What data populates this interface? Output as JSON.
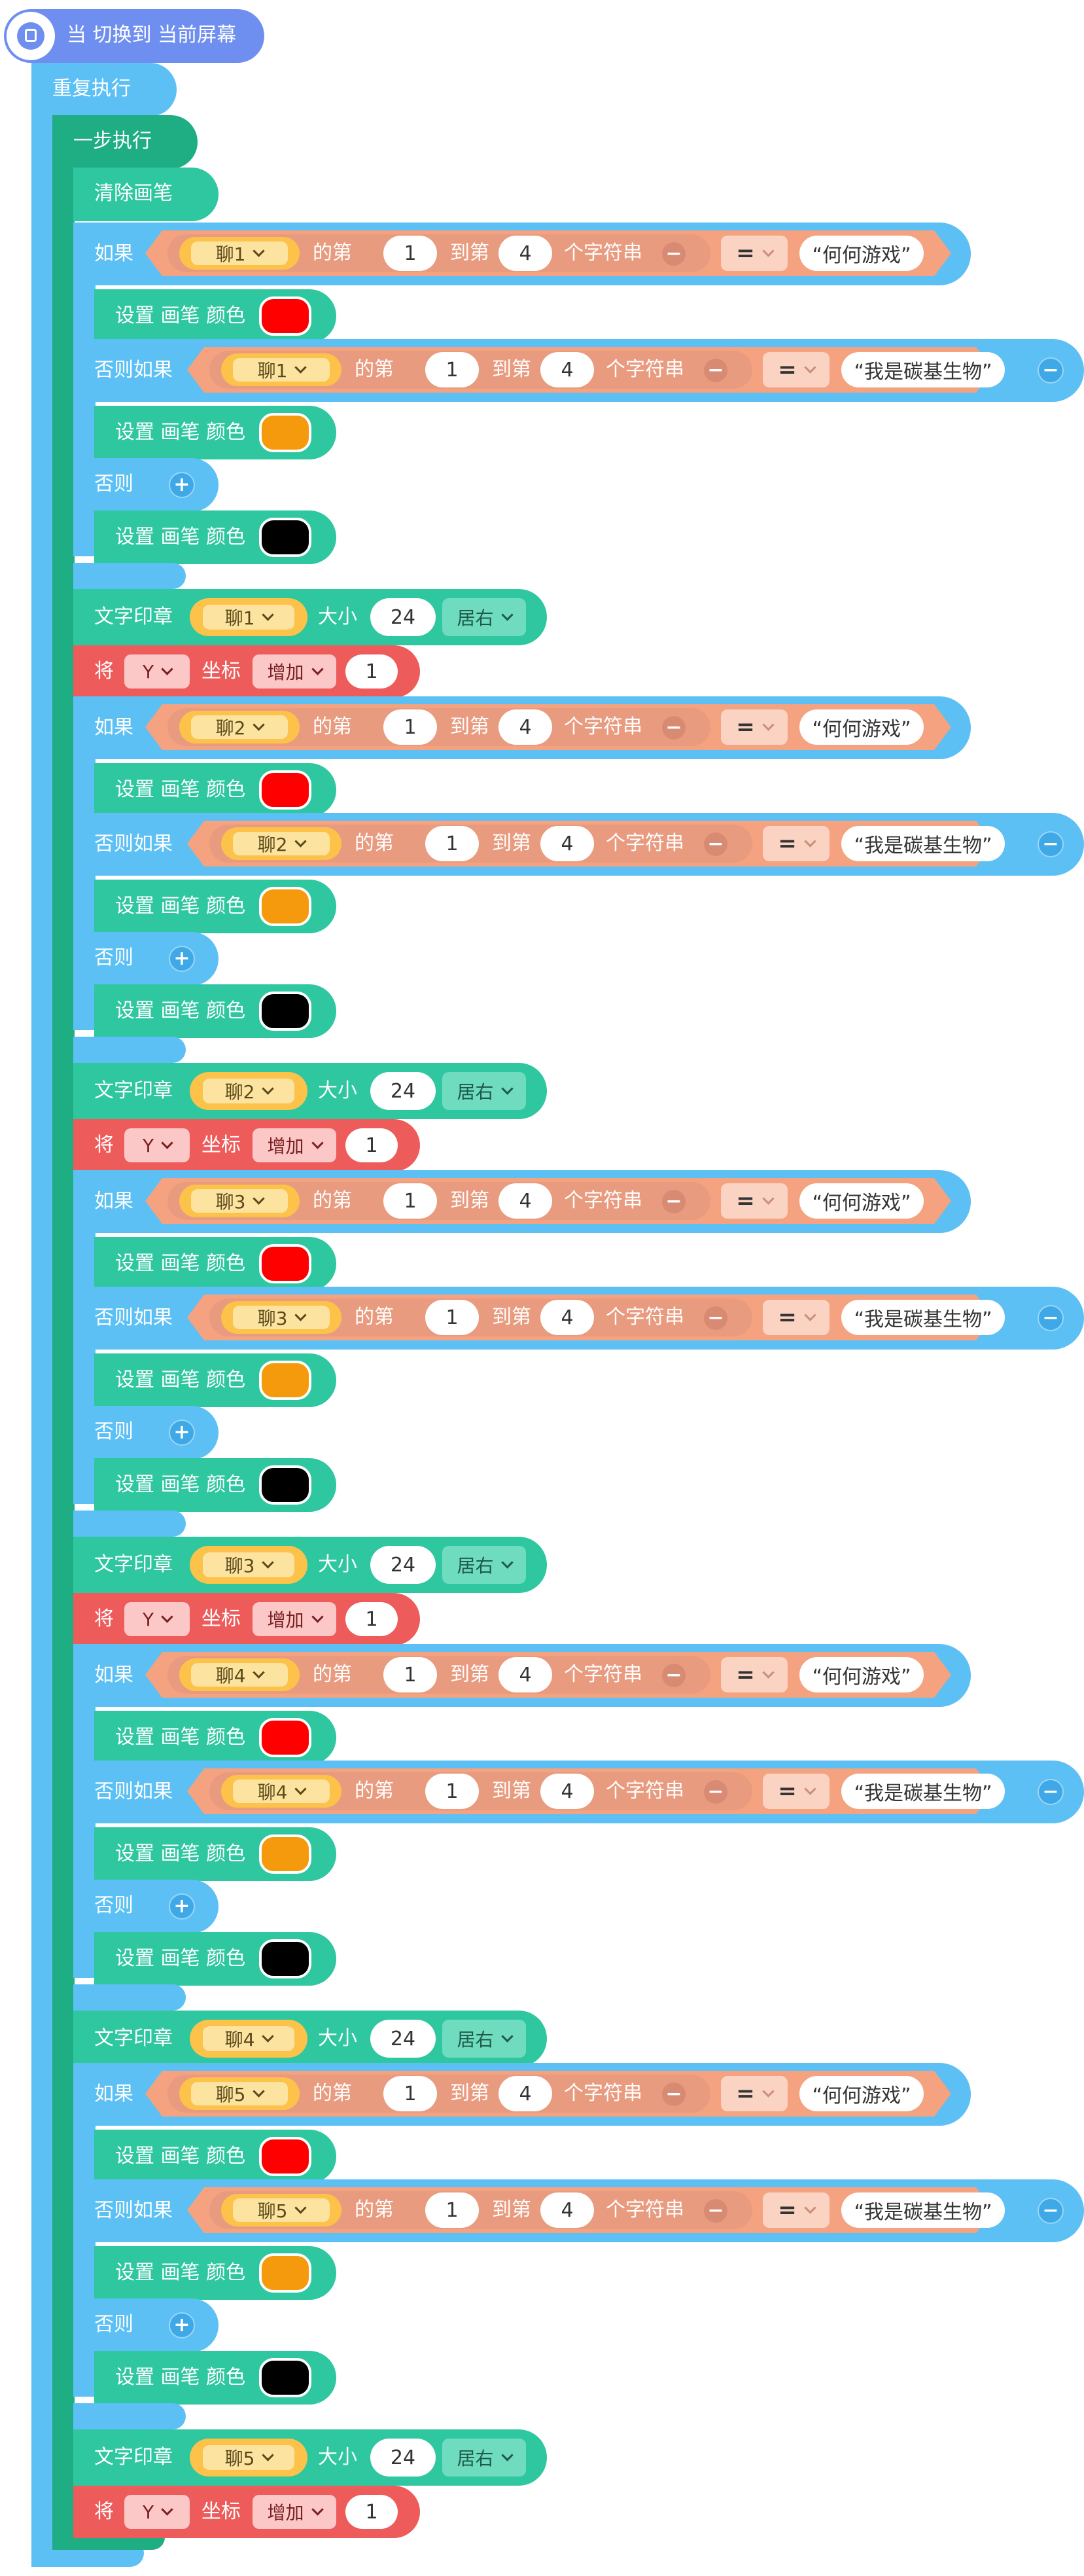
{
  "hat": {
    "label": "当 切换到 当前屏幕",
    "icon": "screen-icon"
  },
  "repeat_label": "重复执行",
  "step_label": "一步执行",
  "clear_label": "清除画笔",
  "colors": {
    "hat": "#6f8ff0",
    "control": "#5cc0f5",
    "control_dark": "#3fa8e6",
    "step": "#1fae84",
    "pen": "#2ec7a0",
    "pen_dark": "#22a585",
    "move": "#ee5b5b",
    "move_dark": "#d84444",
    "compare": "#f4a27f",
    "substring": "#e99b7f",
    "variable": "#fcc24a",
    "red": "#ff0000",
    "orange": "#f59a0c",
    "black": "#000000"
  },
  "labels": {
    "if": "如果",
    "else_if": "否则如果",
    "else": "否则",
    "set_pen_color": "设置 画笔 颜色",
    "of_the": "的第",
    "to_the": "到第",
    "chars": "个字符串",
    "equals": "=",
    "stamp": "文字印章",
    "size": "大小",
    "align": "居右",
    "set": "将",
    "y": "Y",
    "coord": "坐标",
    "increase": "增加"
  },
  "groups": [
    {
      "var": "聊1",
      "from": "1",
      "to": "4",
      "if_text": "“何何游戏”",
      "elseif_text": "“我是碳基生物”",
      "if_color": "red",
      "elseif_color": "orange",
      "else_color": "black",
      "stamp_size": "24",
      "has_move": true,
      "move_value": "1"
    },
    {
      "var": "聊2",
      "from": "1",
      "to": "4",
      "if_text": "“何何游戏”",
      "elseif_text": "“我是碳基生物”",
      "if_color": "red",
      "elseif_color": "orange",
      "else_color": "black",
      "stamp_size": "24",
      "has_move": true,
      "move_value": "1"
    },
    {
      "var": "聊3",
      "from": "1",
      "to": "4",
      "if_text": "“何何游戏”",
      "elseif_text": "“我是碳基生物”",
      "if_color": "red",
      "elseif_color": "orange",
      "else_color": "black",
      "stamp_size": "24",
      "has_move": true,
      "move_value": "1"
    },
    {
      "var": "聊4",
      "from": "1",
      "to": "4",
      "if_text": "“何何游戏”",
      "elseif_text": "“我是碳基生物”",
      "if_color": "red",
      "elseif_color": "orange",
      "else_color": "black",
      "stamp_size": "24",
      "has_move": false,
      "move_value": ""
    },
    {
      "var": "聊5",
      "from": "1",
      "to": "4",
      "if_text": "“何何游戏”",
      "elseif_text": "“我是碳基生物”",
      "if_color": "red",
      "elseif_color": "orange",
      "else_color": "black",
      "stamp_size": "24",
      "has_move": true,
      "move_value": "1"
    }
  ]
}
